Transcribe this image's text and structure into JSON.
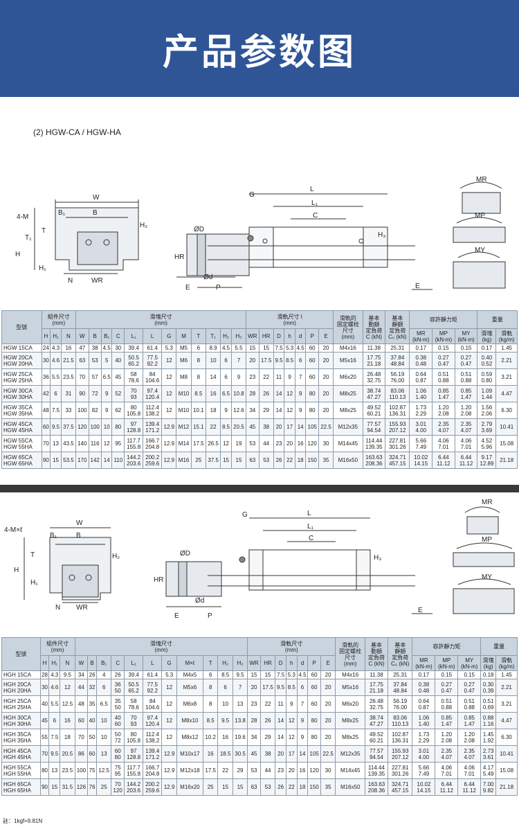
{
  "banner": {
    "title": "产品参数图"
  },
  "section_label": "(2) HGW-CA / HGW-HA",
  "diagram_labels": {
    "top": {
      "w": "W",
      "b": "B",
      "b1": "B₁",
      "fourm": "4-M",
      "t": "T",
      "t1": "T₁",
      "h": "H",
      "h1": "H₁",
      "h2": "H₂",
      "n": "N",
      "wr": "WR",
      "g": "G",
      "l": "L",
      "l1": "L₁",
      "c": "C",
      "h3": "H₃",
      "od": "ØD",
      "hr": "HR",
      "d": "Ød",
      "e": "E",
      "p": "P",
      "mr": "MR",
      "mp": "MP",
      "my": "MY"
    },
    "bottom": {
      "w": "W",
      "b": "B",
      "b1": "B₁",
      "fourm": "4-M×ℓ",
      "t": "T",
      "h": "H",
      "h1": "H₁",
      "h2": "H₂",
      "n": "N",
      "wr": "WR",
      "g": "G",
      "l": "L",
      "l1": "L₁",
      "c": "C",
      "h3": "H₃",
      "od": "ØD",
      "hr": "HR",
      "d": "Ød",
      "e": "E",
      "p": "P",
      "mr": "MR",
      "mp": "MP",
      "my": "MY"
    }
  },
  "table_top": {
    "group_headers": {
      "model": "型號",
      "assembly": "組件尺寸\n(mm)",
      "block": "滑塊尺寸\n(mm)",
      "rail": "滑軌尺寸 l\n(mm)",
      "bolt": "滑軌的\n固定螺栓\n尺寸\n(mm)",
      "dyn": "基本\n動額\n定負荷\nC (kN)",
      "stat": "基本\n靜額\n定負荷\nC₀ (kN)",
      "moment": "容許靜力矩",
      "weight": "重量"
    },
    "sub_headers": [
      "H",
      "H₁",
      "N",
      "W",
      "B",
      "B₁",
      "C",
      "L₁",
      "L",
      "G",
      "M",
      "T",
      "T₁",
      "H₂",
      "H₃",
      "W_R",
      "H_R",
      "D",
      "h",
      "d",
      "P",
      "E"
    ],
    "moment_headers": [
      "M_R\n(kN-m)",
      "M_P\n(kN-m)",
      "M_Y\n(kN-m)"
    ],
    "weight_headers": [
      "滑塊\n(kg)",
      "滑軌\n(kg/m)"
    ],
    "rows": [
      [
        "HGW 15CA",
        "24",
        "4.3",
        "16",
        "47",
        "38",
        "4.5",
        "30",
        "39.4",
        "61.4",
        "5.3",
        "M5",
        "6",
        "8.9",
        "4.5",
        "5.5",
        "15",
        "15",
        "7.5",
        "5.3",
        "4.5",
        "60",
        "20",
        "M4x16",
        "11.38",
        "25.31",
        "0.17",
        "0.15",
        "0.15",
        "0.17",
        "1.45"
      ],
      [
        "HGW 20CA\nHGW 20HA",
        "30",
        "4.6",
        "21.5",
        "63",
        "53",
        "5",
        "40",
        "50.5\n65.2",
        "77.5\n92.2",
        "12",
        "M6",
        "8",
        "10",
        "6",
        "7",
        "20",
        "17.5",
        "9.5",
        "8.5",
        "6",
        "60",
        "20",
        "M5x16",
        "17.75\n21.18",
        "37.84\n48.84",
        "0.38\n0.48",
        "0.27\n0.47",
        "0.27\n0.47",
        "0.40\n0.52",
        "2.21"
      ],
      [
        "HGW 25CA\nHGW 25HA",
        "36",
        "5.5",
        "23.5",
        "70",
        "57",
        "6.5",
        "45",
        "58\n78.6",
        "84\n104.6",
        "12",
        "M8",
        "8",
        "14",
        "6",
        "9",
        "23",
        "22",
        "11",
        "9",
        "7",
        "60",
        "20",
        "M6x20",
        "26.48\n32.75",
        "56.19\n76.00",
        "0.64\n0.87",
        "0.51\n0.88",
        "0.51\n0.88",
        "0.59\n0.80",
        "3.21"
      ],
      [
        "HGW 30CA\nHGW 30HA",
        "42",
        "6",
        "31",
        "90",
        "72",
        "9",
        "52",
        "70\n93",
        "97.4\n120.4",
        "12",
        "M10",
        "8.5",
        "16",
        "6.5",
        "10.8",
        "28",
        "26",
        "14",
        "12",
        "9",
        "80",
        "20",
        "M8x25",
        "38.74\n47.27",
        "83.06\n110.13",
        "1.06\n1.40",
        "0.85\n1.47",
        "0.85\n1.47",
        "1.09\n1.44",
        "4.47"
      ],
      [
        "HGW 35CA\nHGW 35HA",
        "48",
        "7.5",
        "33",
        "100",
        "82",
        "9",
        "62",
        "80\n105.8",
        "112.4\n138.2",
        "12",
        "M10",
        "10.1",
        "18",
        "9",
        "12.6",
        "34",
        "29",
        "14",
        "12",
        "9",
        "80",
        "20",
        "M8x25",
        "49.52\n60.21",
        "102.87\n136.31",
        "1.73\n2.29",
        "1.20\n2.08",
        "1.20\n2.08",
        "1.56\n2.06",
        "6.30"
      ],
      [
        "HGW 45CA\nHGW 45HA",
        "60",
        "9.5",
        "37.5",
        "120",
        "100",
        "10",
        "80",
        "97\n128.8",
        "139.4\n171.2",
        "12.9",
        "M12",
        "15.1",
        "22",
        "8.5",
        "20.5",
        "45",
        "38",
        "20",
        "17",
        "14",
        "105",
        "22.5",
        "M12x35",
        "77.57\n94.54",
        "155.93\n207.12",
        "3.01\n4.00",
        "2.35\n4.07",
        "2.35\n4.07",
        "2.79\n3.69",
        "10.41"
      ],
      [
        "HGW 55CA\nHGW 55HA",
        "70",
        "13",
        "43.5",
        "140",
        "116",
        "12",
        "95",
        "117.7\n155.8",
        "166.7\n204.8",
        "12.9",
        "M14",
        "17.5",
        "26.5",
        "12",
        "19",
        "53",
        "44",
        "23",
        "20",
        "16",
        "120",
        "30",
        "M14x45",
        "114.44\n139.35",
        "227.81\n301.26",
        "5.66\n7.49",
        "4.06\n7.01",
        "4.06\n7.01",
        "4.52\n5.96",
        "15.08"
      ],
      [
        "HGW 65CA\nHGW 65HA",
        "90",
        "15",
        "53.5",
        "170",
        "142",
        "14",
        "110",
        "144.2\n203.6",
        "200.2\n259.6",
        "12.9",
        "M16",
        "25",
        "37.5",
        "15",
        "15",
        "63",
        "53",
        "26",
        "22",
        "18",
        "150",
        "35",
        "M16x50",
        "163.63\n208.36",
        "324.71\n457.15",
        "10.02\n14.15",
        "6.44\n11.12",
        "6.44\n11.12",
        "9.17\n12.89",
        "21.18"
      ]
    ]
  },
  "table_bottom": {
    "group_headers": {
      "model": "型號",
      "assembly": "組件尺寸\n(mm)",
      "block": "滑塊尺寸\n(mm)",
      "rail": "滑軌尺寸\n(mm)",
      "bolt": "滑軌的\n固定螺栓\n尺寸\n(mm)",
      "dyn": "基本\n動額\n定負荷\nC (kN)",
      "stat": "基本\n靜額\n定負荷\nC₀ (kN)",
      "moment": "容許靜力矩",
      "weight": "重量"
    },
    "sub_headers": [
      "H",
      "H₁",
      "N",
      "W",
      "B",
      "B₁",
      "C",
      "L₁",
      "L",
      "G",
      "M×ℓ",
      "T",
      "H₂",
      "H₃",
      "W_R",
      "H_R",
      "D",
      "h",
      "d",
      "P",
      "E"
    ],
    "moment_headers": [
      "M_R\n(kN-m)",
      "M_P\n(kN-m)",
      "M_Y\n(kN-m)"
    ],
    "weight_headers": [
      "滑塊\n(kg)",
      "滑軌\n(kg/m)"
    ],
    "rows": [
      [
        "HGH 15CA",
        "28",
        "4.3",
        "9.5",
        "34",
        "26",
        "4",
        "26",
        "39.4",
        "61.4",
        "5.3",
        "M4x5",
        "6",
        "8.5",
        "9.5",
        "15",
        "15",
        "7.5",
        "5.3",
        "4.5",
        "60",
        "20",
        "M4x16",
        "11.38",
        "25.31",
        "0.17",
        "0.15",
        "0.15",
        "0.18",
        "1.45"
      ],
      [
        "HGH 20CA\nHGH 20HA",
        "30",
        "4.6",
        "12",
        "44",
        "32",
        "6",
        "36\n50",
        "50.5\n65.2",
        "77.5\n92.2",
        "12",
        "M5x6",
        "8",
        "6",
        "7",
        "20",
        "17.5",
        "9.5",
        "8.5",
        "6",
        "60",
        "20",
        "M5x16",
        "17.75\n21.18",
        "37.84\n48.84",
        "0.38\n0.48",
        "0.27\n0.47",
        "0.27\n0.47",
        "0.30\n0.39",
        "2.21"
      ],
      [
        "HGH 25CA\nHGH 25HA",
        "40",
        "5.5",
        "12.5",
        "48",
        "35",
        "6.5",
        "35\n50",
        "58\n78.6",
        "84\n104.6",
        "12",
        "M6x8",
        "8",
        "10",
        "13",
        "23",
        "22",
        "11",
        "9",
        "7",
        "60",
        "20",
        "M6x20",
        "26.48\n32.75",
        "56.19\n76.00",
        "0.64\n0.87",
        "0.51\n0.88",
        "0.51\n0.88",
        "0.51\n0.69",
        "3.21"
      ],
      [
        "HGH 30CA\nHGH 30HA",
        "45",
        "6",
        "16",
        "60",
        "40",
        "10",
        "40\n60",
        "70\n93",
        "97.4\n120.4",
        "12",
        "M8x10",
        "8.5",
        "9.5",
        "13.8",
        "28",
        "26",
        "14",
        "12",
        "9",
        "80",
        "20",
        "M8x25",
        "38.74\n47.27",
        "83.06\n110.13",
        "1.06\n1.40",
        "0.85\n1.47",
        "0.85\n1.47",
        "0.88\n1.16",
        "4.47"
      ],
      [
        "HGH 35CA\nHGH 35HA",
        "55",
        "7.5",
        "18",
        "70",
        "50",
        "10",
        "50\n72",
        "80\n105.8",
        "112.4\n138.2",
        "12",
        "M8x12",
        "10.2",
        "16",
        "19.6",
        "34",
        "29",
        "14",
        "12",
        "9",
        "80",
        "20",
        "M8x25",
        "49.52\n60.21",
        "102.87\n136.31",
        "1.73\n2.29",
        "1.20\n2.08",
        "1.20\n2.08",
        "1.45\n1.92",
        "6.30"
      ],
      [
        "HGH 45CA\nHGH 45HA",
        "70",
        "9.5",
        "20.5",
        "86",
        "60",
        "13",
        "60\n80",
        "97\n128.8",
        "139.4\n171.2",
        "12.9",
        "M10x17",
        "16",
        "18.5",
        "30.5",
        "45",
        "38",
        "20",
        "17",
        "14",
        "105",
        "22.5",
        "M12x35",
        "77.57\n94.54",
        "155.93\n207.12",
        "3.01\n4.00",
        "2.35\n4.07",
        "2.35\n4.07",
        "2.73\n3.61",
        "10.41"
      ],
      [
        "HGH 55CA\nHGH 55HA",
        "80",
        "13",
        "23.5",
        "100",
        "75",
        "12.5",
        "75\n95",
        "117.7\n155.8",
        "166.7\n204.8",
        "12.9",
        "M12x18",
        "17.5",
        "22",
        "29",
        "53",
        "44",
        "23",
        "20",
        "16",
        "120",
        "30",
        "M14x45",
        "114.44\n139.35",
        "227.81\n301.26",
        "5.66\n7.49",
        "4.06\n7.01",
        "4.06\n7.01",
        "4.17\n5.49",
        "15.08"
      ],
      [
        "HGH 65CA\nHGH 65HA",
        "90",
        "15",
        "31.5",
        "126",
        "76",
        "25",
        "70\n120",
        "144.2\n203.6",
        "200.2\n259.6",
        "12.9",
        "M16x20",
        "25",
        "15",
        "15",
        "63",
        "53",
        "26",
        "22",
        "18",
        "150",
        "35",
        "M16x50",
        "163.63\n208.36",
        "324.71\n457.15",
        "10.02\n14.15",
        "6.44\n11.12",
        "6.44\n11.12",
        "7.00\n9.82",
        "21.18"
      ]
    ]
  },
  "footnote": "註：1kgf=9.81N"
}
